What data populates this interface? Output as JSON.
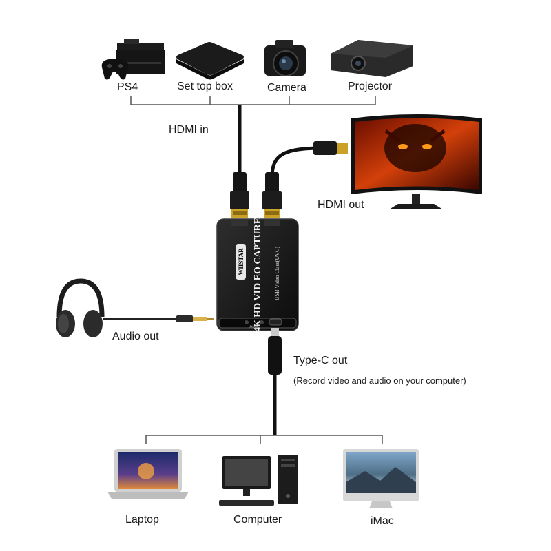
{
  "sources": [
    {
      "label": "PS4",
      "icon": "game-console-icon"
    },
    {
      "label": "Set top box",
      "icon": "set-top-box-icon"
    },
    {
      "label": "Camera",
      "icon": "camera-icon"
    },
    {
      "label": "Projector",
      "icon": "projector-icon"
    }
  ],
  "connections": {
    "hdmi_in": "HDMI in",
    "hdmi_out": "HDMI out",
    "audio_out": "Audio out",
    "typec_out": "Type-C out",
    "typec_note": "(Record video and audio on your computer)"
  },
  "device": {
    "brand": "WIISTAR",
    "title": "4K HD VID EO CAPTURE",
    "subtitle": "USB Video Class(UVC)",
    "port_label": "Audio"
  },
  "targets": [
    {
      "label": "Laptop",
      "icon": "laptop-icon"
    },
    {
      "label": "Computer",
      "icon": "desktop-computer-icon"
    },
    {
      "label": "iMac",
      "icon": "imac-icon"
    }
  ]
}
